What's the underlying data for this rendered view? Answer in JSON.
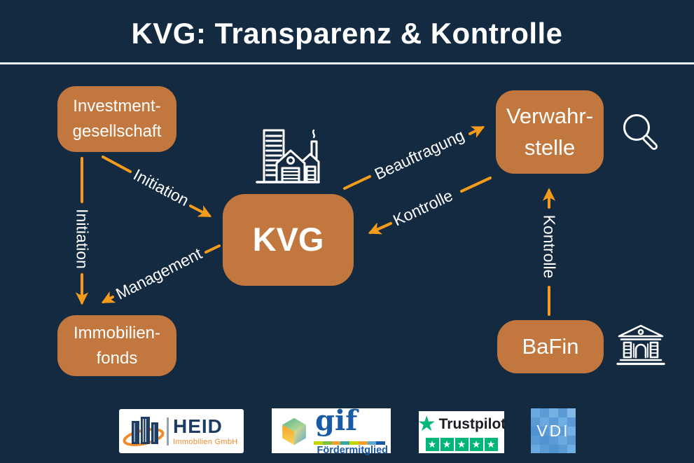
{
  "title": "KVG: Transparenz & Kontrolle",
  "colors": {
    "background": "#132a40",
    "node": "#c1773e",
    "arrow": "#f49b1c",
    "trustpilot_green": "#00b67a",
    "heid_navy": "#1d3d63",
    "heid_orange": "#ef8b2d",
    "gif_blue": "#1a5aa5"
  },
  "nodes": {
    "investmentgesellschaft": {
      "line1": "Investment-",
      "line2": "gesellschaft"
    },
    "verwahrstelle": {
      "line1": "Verwahr-",
      "line2": "stelle"
    },
    "kvg": {
      "label": "KVG"
    },
    "immobilienfonds": {
      "line1": "Immobilien-",
      "line2": "fonds"
    },
    "bafin": {
      "label": "BaFin"
    }
  },
  "edges": {
    "initiation_left": {
      "label": "Initiation",
      "from": "Investmentgesellschaft",
      "to": "Immobilienfonds"
    },
    "initiation_diagonal": {
      "label": "Initiation",
      "from": "Investmentgesellschaft",
      "to": "KVG"
    },
    "management": {
      "label": "Management",
      "from": "KVG",
      "to": "Immobilienfonds"
    },
    "beauftragung": {
      "label": "Beauftragung",
      "from": "KVG",
      "to": "Verwahrstelle"
    },
    "kontrolle_diagonal": {
      "label": "Kontrolle",
      "from": "Verwahrstelle",
      "to": "KVG"
    },
    "kontrolle_vertical": {
      "label": "Kontrolle",
      "from": "BaFin",
      "to": "Verwahrstelle"
    }
  },
  "icons": {
    "city": "city-building-icon",
    "magnifier": "magnifier-icon",
    "bank": "bank-icon"
  },
  "logos": {
    "heid": {
      "title": "HEID",
      "subtitle": "Immobilien GmbH"
    },
    "gif": {
      "title": "gif",
      "subtitle": "Fördermitglied"
    },
    "trustpilot": {
      "title": "Trustpilot",
      "rating_stars": 5
    },
    "vdi": {
      "title": "VDI"
    }
  }
}
